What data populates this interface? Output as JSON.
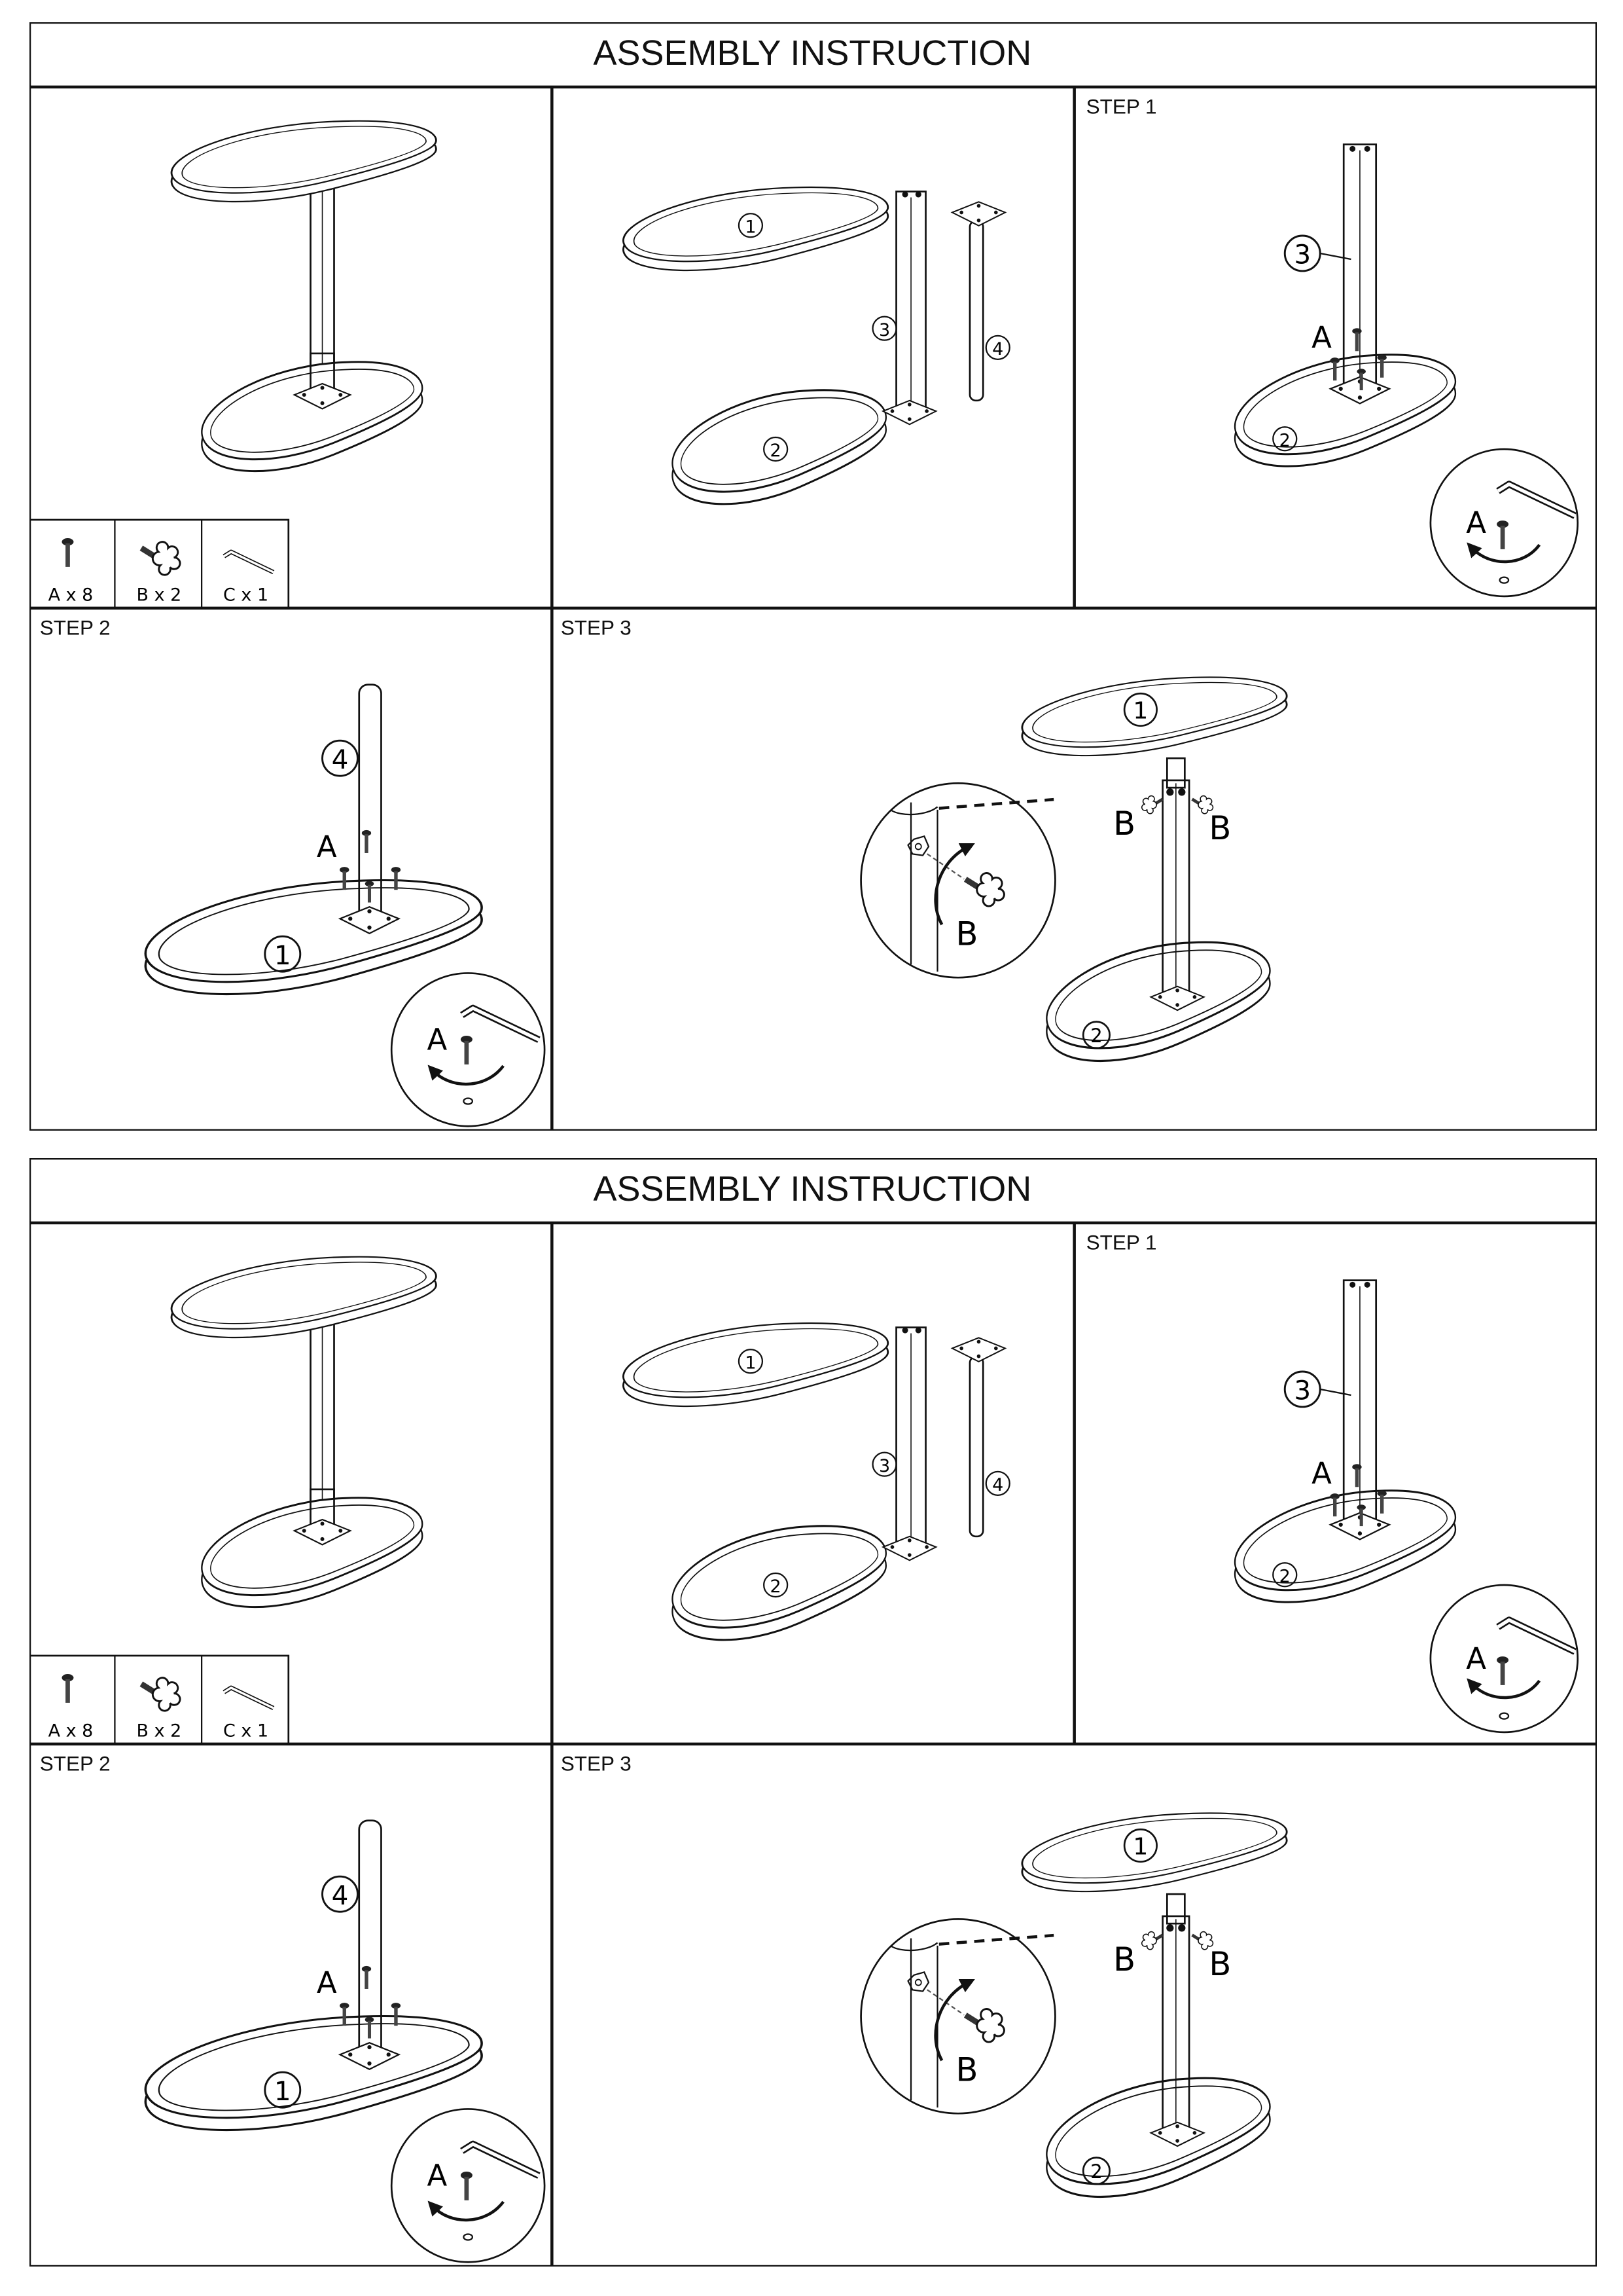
{
  "sheets": [
    {
      "title": "ASSEMBLY INSTRUCTION",
      "steps": {
        "step1": "STEP 1",
        "step2": "STEP 2",
        "step3": "STEP 3"
      },
      "hardware": [
        {
          "label": "A x 8",
          "icon": "screw-icon"
        },
        {
          "label": "B x 2",
          "icon": "knob-bolt-icon"
        },
        {
          "label": "C x 1",
          "icon": "allen-key-icon"
        }
      ],
      "parts": {
        "p1": "1",
        "p2": "2",
        "p3": "3",
        "p4": "4"
      },
      "callouts": {
        "a": "A",
        "b": "B"
      }
    },
    {
      "title": "ASSEMBLY INSTRUCTION",
      "steps": {
        "step1": "STEP 1",
        "step2": "STEP 2",
        "step3": "STEP 3"
      },
      "hardware": [
        {
          "label": "A x 8",
          "icon": "screw-icon"
        },
        {
          "label": "B x 2",
          "icon": "knob-bolt-icon"
        },
        {
          "label": "C x 1",
          "icon": "allen-key-icon"
        }
      ],
      "parts": {
        "p1": "1",
        "p2": "2",
        "p3": "3",
        "p4": "4"
      },
      "callouts": {
        "a": "A",
        "b": "B"
      }
    }
  ]
}
